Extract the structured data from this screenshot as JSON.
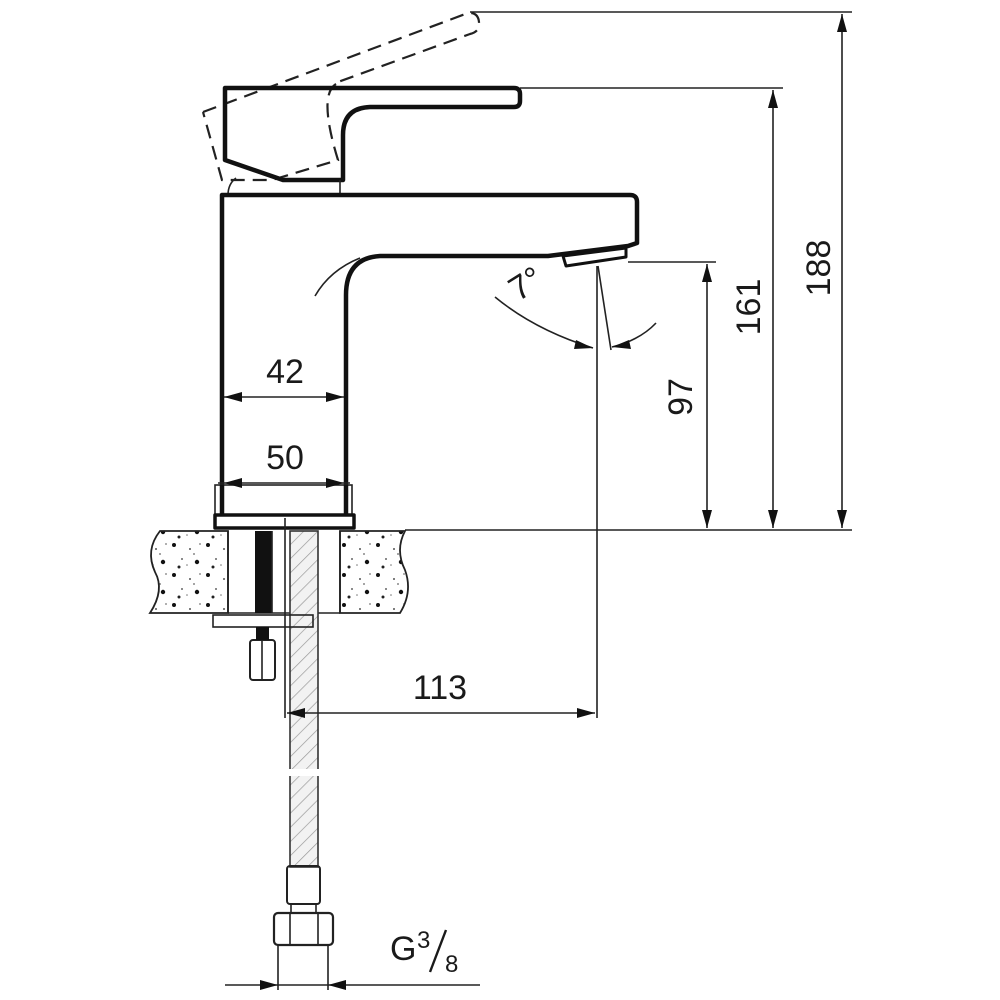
{
  "drawing": {
    "title": "Basin mixer tap side elevation",
    "dimensions": {
      "spout_angle": "7°",
      "body_width_inner": "42",
      "base_width": "50",
      "spout_height": "97",
      "lever_height": "161",
      "lever_raised_height": "188",
      "spout_reach": "113",
      "connection_thread_prefix": "G",
      "connection_thread_num": "3",
      "connection_thread_den": "8"
    },
    "colors": {
      "line": "#111111",
      "background": "#ffffff",
      "hatch": "#9a9a9a"
    }
  }
}
